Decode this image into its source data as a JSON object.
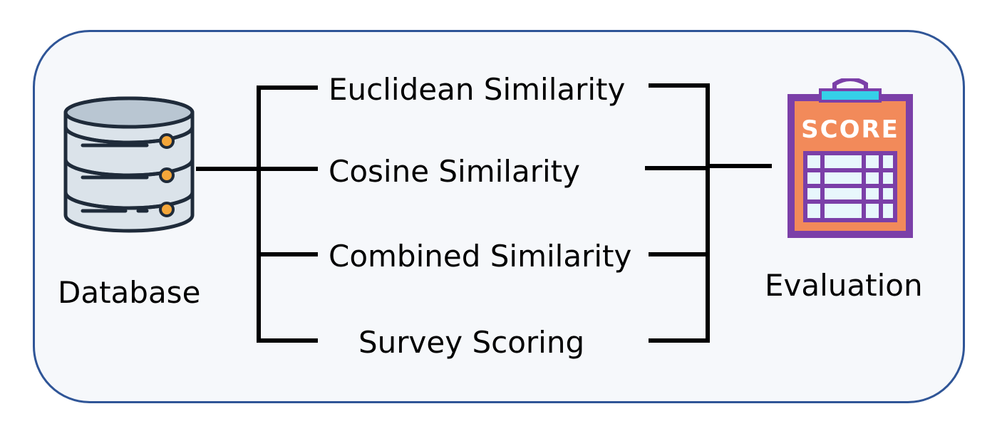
{
  "source": {
    "label": "Database",
    "icon": "database-icon"
  },
  "methods": [
    {
      "label": "Euclidean Similarity"
    },
    {
      "label": "Cosine Similarity"
    },
    {
      "label": "Combined Similarity"
    },
    {
      "label": "Survey Scoring"
    }
  ],
  "target": {
    "label": "Evaluation",
    "icon": "score-clipboard-icon",
    "badge": "SCORE"
  },
  "colors": {
    "border": "#2f5597",
    "background": "#f6f8fb",
    "line": "#000000"
  }
}
